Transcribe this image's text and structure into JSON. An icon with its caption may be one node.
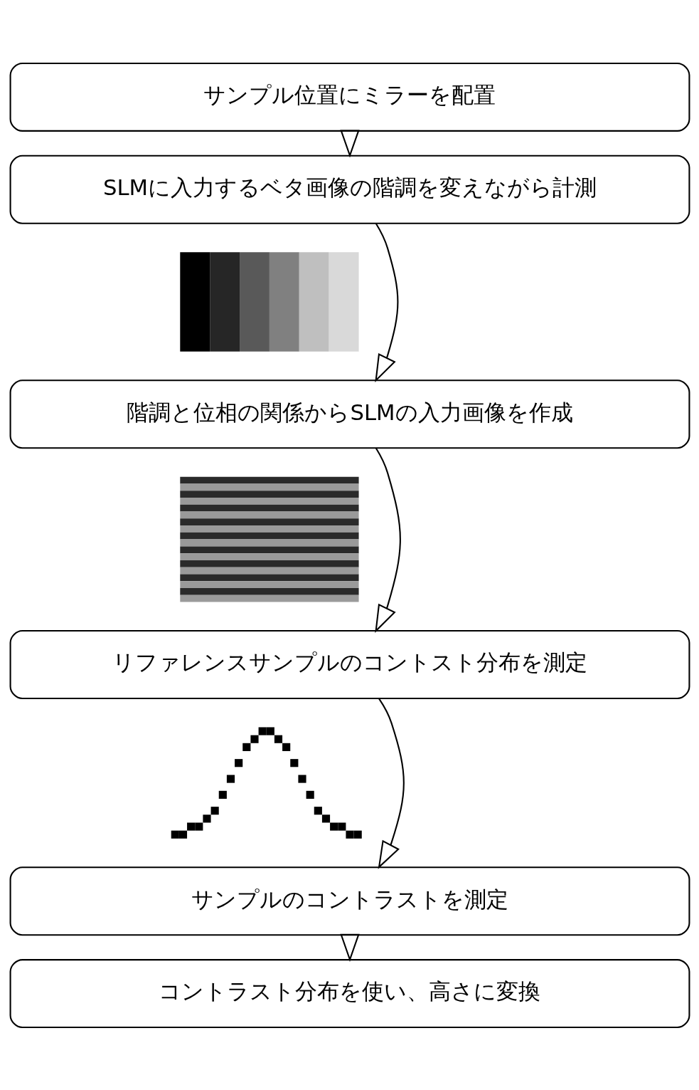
{
  "diagram": {
    "nodes": [
      {
        "text": [
          "サンプル位置にミラーを配置"
        ]
      },
      {
        "text": [
          "SLMに入力するベタ画像の階調を変えながら計測"
        ]
      },
      {
        "text": [],
        "shape": "picture"
      },
      {
        "text": [
          "階調と位相の関係からSLMの入力画像を作成"
        ]
      },
      {
        "text": [],
        "shape": "picture"
      },
      {
        "text": [
          "リファレンスサンプルのコントスト分布を測定"
        ]
      },
      {
        "text": [],
        "shape": "picture"
      },
      {
        "text": [
          "サンプルのコントラストを測定"
        ]
      },
      {
        "text": [
          "コントラスト分布を使い、高さに変換"
        ]
      }
    ],
    "edges": [
      {
        "from": 0,
        "to": 1,
        "arrow": "to"
      },
      {
        "from": 1,
        "to": 3,
        "arrow": "to"
      },
      {
        "from": 3,
        "to": 5,
        "arrow": "to"
      },
      {
        "from": 5,
        "to": 7,
        "arrow": "to"
      },
      {
        "from": 7,
        "to": 8,
        "arrow": "to"
      }
    ]
  }
}
